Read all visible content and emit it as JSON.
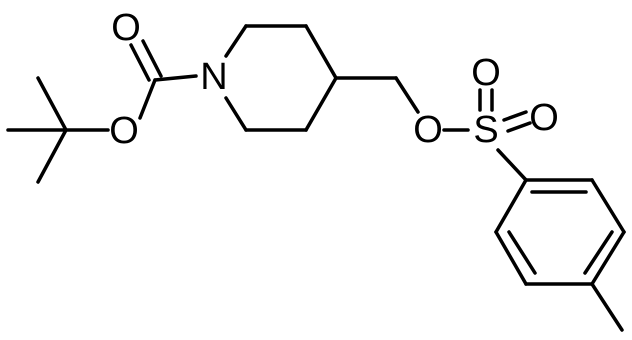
{
  "atoms": {
    "carbonyl_oxygen": "O",
    "ester_oxygen": "O",
    "nitrogen": "N",
    "sulfonate_oxygen": "O",
    "sulfur": "S",
    "sulfonyl_oxygen_top": "O",
    "sulfonyl_oxygen_right": "O"
  },
  "colors": {
    "bond": "#000000",
    "label": "#000000",
    "background": "#ffffff"
  }
}
